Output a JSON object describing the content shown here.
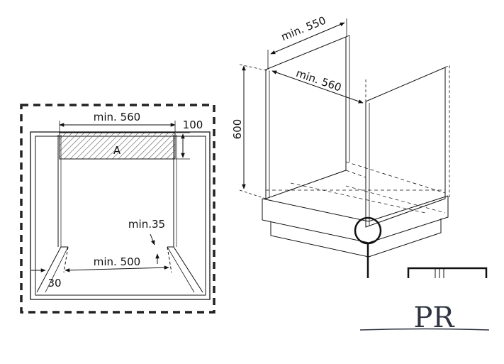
{
  "front_view": {
    "width_label": "min. 560",
    "height_label": "100",
    "area_label": "A",
    "gap_label": "min.35",
    "depth_label": "min. 500",
    "side_label": "30"
  },
  "cabinet_view": {
    "height_label": "600",
    "depth_label": "min. 550",
    "width_label": "min. 560"
  },
  "logo": {
    "letters": "PR"
  },
  "colors": {
    "line": "#111111",
    "dashed": "#222222",
    "logo": "#2e3440"
  }
}
